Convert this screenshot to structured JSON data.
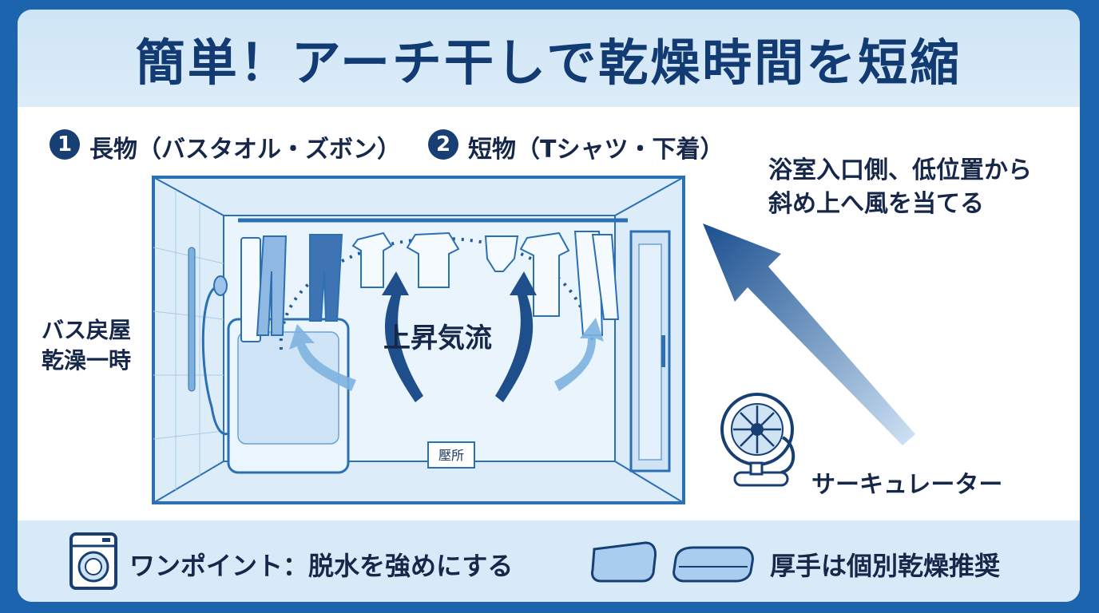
{
  "title": "簡単！アーチ干しで乾燥時間を短縮",
  "step1": {
    "number": "1",
    "label": "長物（バスタオル・ズボン）"
  },
  "step2": {
    "number": "2",
    "label": "短物（Tシャツ・下着）"
  },
  "instruction": {
    "line1": "浴室入口側、低位置から",
    "line2": "斜め上へ風を当てる"
  },
  "side_label": {
    "line1": "バス戻屋",
    "line2": "乾澡一時"
  },
  "airflow_label": "上昇気流",
  "drain_label": "壓所",
  "circulator_label": "サーキュレーター",
  "footer": {
    "tip": "ワンポイント：脱水を強めにする",
    "note": "厚手は個別乾燥推奨"
  },
  "colors": {
    "background": "#1c64ad",
    "title_band": "#cfe5f6",
    "title_text": "#123b73",
    "accent_dark": "#173f74",
    "room_fill": "#d6eaf8",
    "footer_band": "#d8eaf7"
  },
  "icons": [
    "washing-machine-icon",
    "towel-icon",
    "circulator-fan-icon",
    "airflow-arrow-icon",
    "hanger-icon"
  ]
}
